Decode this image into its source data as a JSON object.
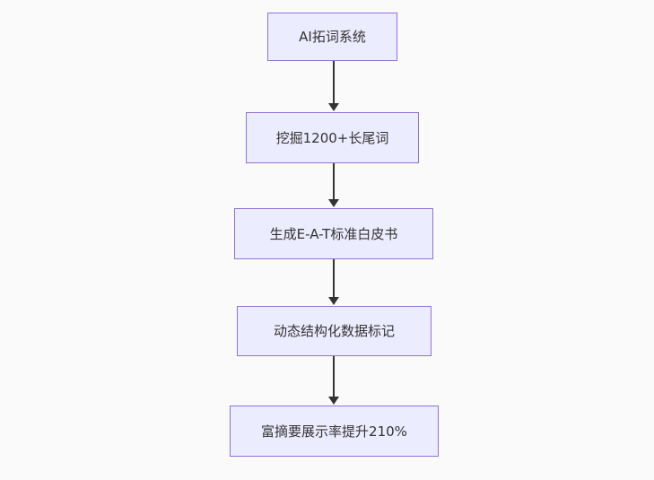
{
  "diagram": {
    "type": "flowchart",
    "direction": "top-down",
    "nodes": [
      {
        "id": "n1",
        "label": "AI拓词系统"
      },
      {
        "id": "n2",
        "label": "挖掘1200+长尾词"
      },
      {
        "id": "n3",
        "label": "生成E-A-T标准白皮书"
      },
      {
        "id": "n4",
        "label": "动态结构化数据标记"
      },
      {
        "id": "n5",
        "label": "富摘要展示率提升210%"
      }
    ],
    "edges": [
      {
        "from": "n1",
        "to": "n2",
        "style": "arrow-down"
      },
      {
        "from": "n2",
        "to": "n3",
        "style": "arrow-down"
      },
      {
        "from": "n3",
        "to": "n4",
        "style": "arrow-down"
      },
      {
        "from": "n4",
        "to": "n5",
        "style": "arrow-down"
      }
    ],
    "colors": {
      "background": "#FAFAFA",
      "node_fill": "#ECECFF",
      "node_border": "#9370DB",
      "text": "#333333",
      "arrow": "#333333"
    }
  }
}
